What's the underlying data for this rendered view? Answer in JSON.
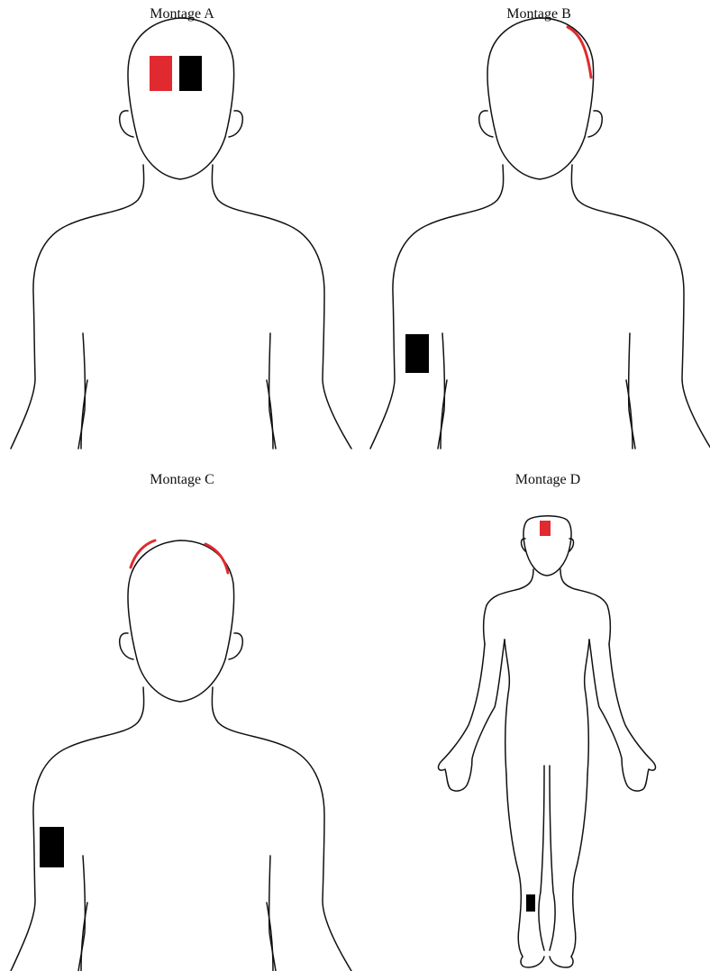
{
  "panels": [
    {
      "id": "a",
      "title": "Montage A"
    },
    {
      "id": "b",
      "title": "Montage B"
    },
    {
      "id": "c",
      "title": "Montage C"
    },
    {
      "id": "d",
      "title": "Montage D"
    }
  ],
  "colors": {
    "anode": "#e02a2f",
    "cathode": "#000000",
    "outline": "#111111"
  }
}
